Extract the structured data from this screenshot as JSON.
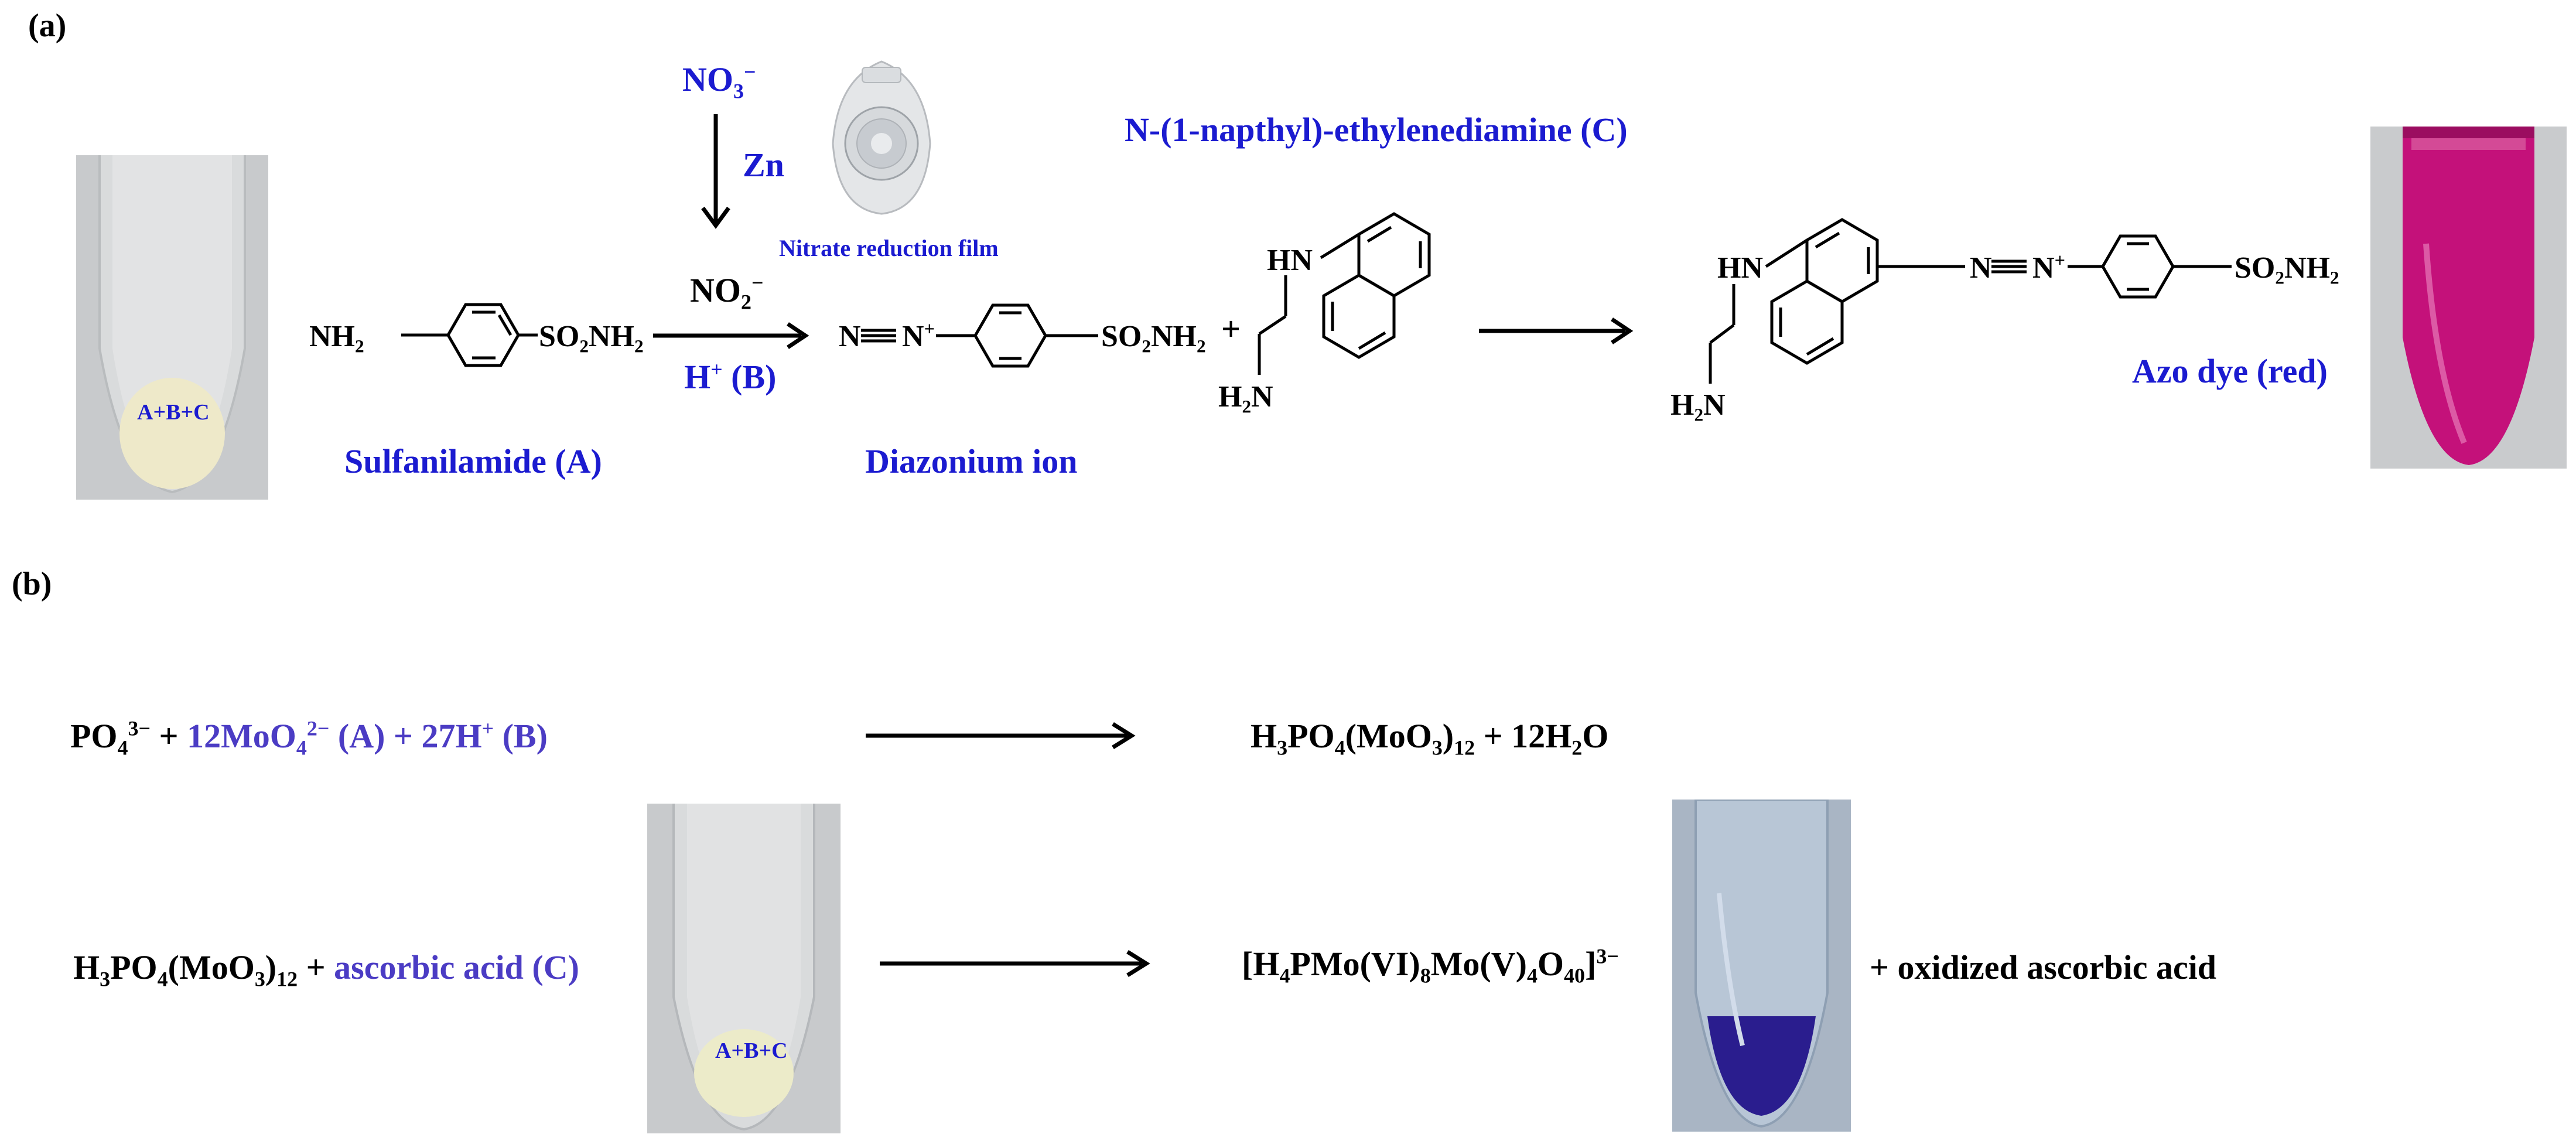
{
  "panel_a": {
    "label": "(a)",
    "tube1_label": "A+B+C",
    "no3_ion": "NO",
    "no3_sub": "3",
    "no3_sup": "−",
    "zn": "Zn",
    "film_label": "Nitrate reduction film",
    "reagent_c": "N-(1-napthyl)-ethylenediamine (C)",
    "sulfanilamide_nh2": "NH₂",
    "sulfanilamide_so2nh2": "SO₂NH₂",
    "sulfanilamide_name": "Sulfanilamide (A)",
    "no2_ion": "NO",
    "no2_sub": "2",
    "no2_sup": "−",
    "h_plus": "H",
    "h_plus_sup": "+",
    "h_plus_b": " (B)",
    "diazo_n_left": "N",
    "diazo_n_right": "N",
    "diazo_n_sup": "+",
    "diazo_so2nh2": "SO₂NH₂",
    "diazonium_name": "Diazonium ion",
    "plus": "+",
    "hn_c": "HN",
    "h2n_c": "H₂N",
    "hn_azo": "HN",
    "h2n_azo": "H₂N",
    "azo_n_left": "N",
    "azo_n_right": "N",
    "azo_n_sup": "+",
    "azo_so2nh2": "SO₂NH₂",
    "azo_name": "Azo dye (red)"
  },
  "panel_b": {
    "label": "(b)",
    "eq1_po4": "PO",
    "eq1_po4_sub": "4",
    "eq1_po4_sup": "3−",
    "eq1_plus1": " + ",
    "eq1_moo4": "12MoO",
    "eq1_moo4_sub": "4",
    "eq1_moo4_sup": "2−",
    "eq1_a": " (A) + 27H",
    "eq1_h_sup": "+",
    "eq1_b": " (B)",
    "eq1_prod_h": "H",
    "eq1_prod_h_sub": "3",
    "eq1_prod_po": "PO",
    "eq1_prod_po_sub": "4",
    "eq1_prod_moo": "(MoO",
    "eq1_prod_moo_sub": "3",
    "eq1_prod_close": ")",
    "eq1_prod_close_sub": "12",
    "eq1_prod_water": " + 12H",
    "eq1_prod_water_sub": "2",
    "eq1_prod_o": "O",
    "eq2_h": "H",
    "eq2_h_sub": "3",
    "eq2_po": "PO",
    "eq2_po_sub": "4",
    "eq2_moo": "(MoO",
    "eq2_moo_sub": "3",
    "eq2_close": ")",
    "eq2_close_sub": "12",
    "eq2_plus": " + ",
    "eq2_ascorbic": "ascorbic acid (C)",
    "tube2_label": "A+B+C",
    "eq2_prod_open": "[H",
    "eq2_prod_h_sub": "4",
    "eq2_prod_pmo": "PMo(VI)",
    "eq2_prod_pmo_sub": "8",
    "eq2_prod_mo": "Mo(V)",
    "eq2_prod_mo_sub": "4",
    "eq2_prod_o": "O",
    "eq2_prod_o_sub": "40",
    "eq2_prod_close": "]",
    "eq2_prod_sup": "3−",
    "eq2_oxidized": "+ oxidized ascorbic acid"
  },
  "colors": {
    "blue_text": "#1b1bd0",
    "purple_text": "#4b3cc4",
    "tube_gray": "#c9cbcd",
    "red_dye": "#c4117a",
    "blue_dye": "#2a1d8e"
  }
}
